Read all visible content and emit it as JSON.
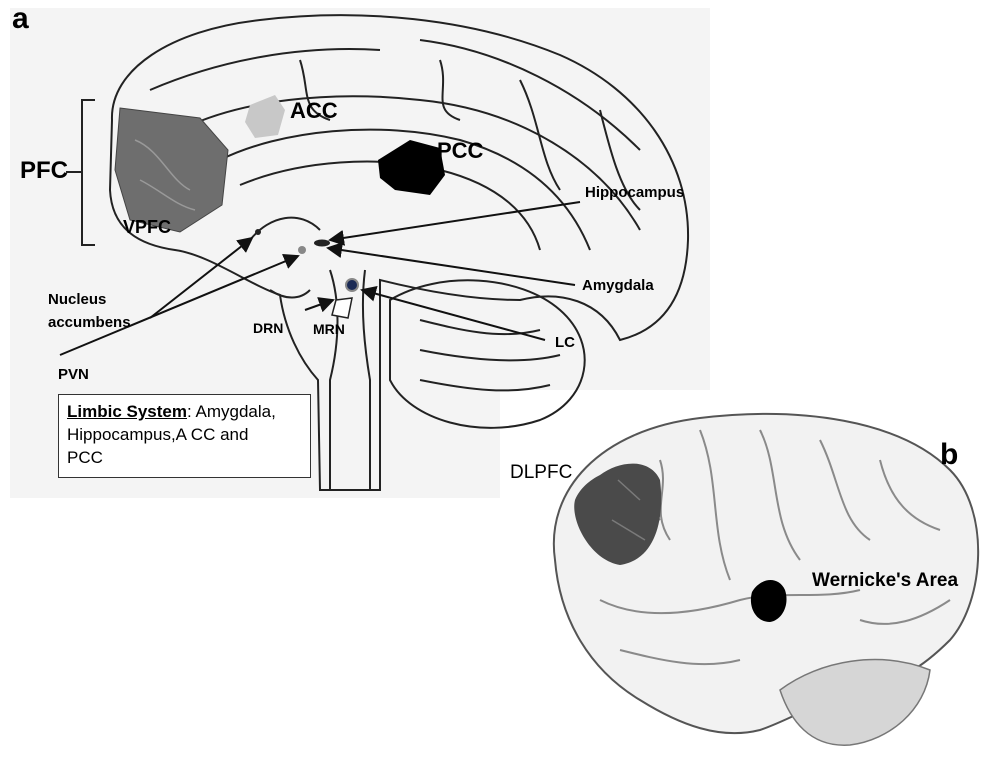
{
  "panels": {
    "a": "a",
    "b": "b"
  },
  "labels": {
    "pfc": "PFC",
    "acc": "ACC",
    "pcc": "PCC",
    "vpfc": "VPFC",
    "hippocampus": "Hippocampus",
    "amygdala": "Amygdala",
    "nucleus_accumbens_line1": "Nucleus",
    "nucleus_accumbens_line2": "accumbens",
    "drn": "DRN",
    "mrn": "MRN",
    "lc": "LC",
    "pvn": "PVN",
    "dlpfc": "DLPFC",
    "wernicke": "Wernicke's Area"
  },
  "limbic_box": {
    "title": "Limbic System",
    "text_line1": ": Amygdala,",
    "text_line2": "Hippocampus,A CC and",
    "text_line3": "PCC"
  },
  "colors": {
    "pfc_region": "#6e6e6e",
    "acc_region": "#c8c8c8",
    "pcc_region": "#000000",
    "dlpfc_region": "#4a4a4a",
    "wernicke_region": "#000000",
    "panel_background": "#f4f4f4"
  }
}
